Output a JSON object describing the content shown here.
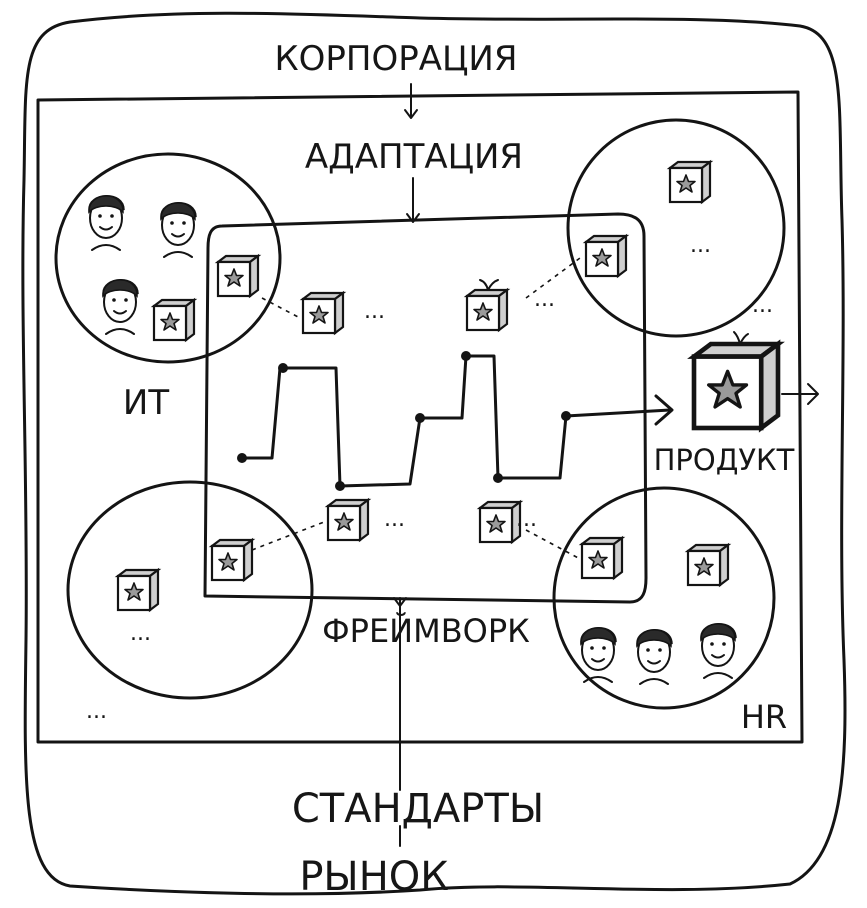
{
  "labels": {
    "corporation": "КОРПОРАЦИЯ",
    "adaptation": "АДАПТАЦИЯ",
    "it": "ИТ",
    "product": "ПРОДУКТ",
    "framework": "ФРЕЙМВОРК",
    "hr": "HR",
    "standards": "СТАНДАРТЫ",
    "market": "РЫНОК"
  },
  "ellipsis": {
    "e1": "...",
    "e2": "...",
    "e3": "...",
    "e4": "...",
    "e5": "...",
    "e6": "...",
    "e7": "...",
    "e8": "..."
  },
  "icons": {
    "product_box": "star-box-icon",
    "person": "person-icon"
  }
}
